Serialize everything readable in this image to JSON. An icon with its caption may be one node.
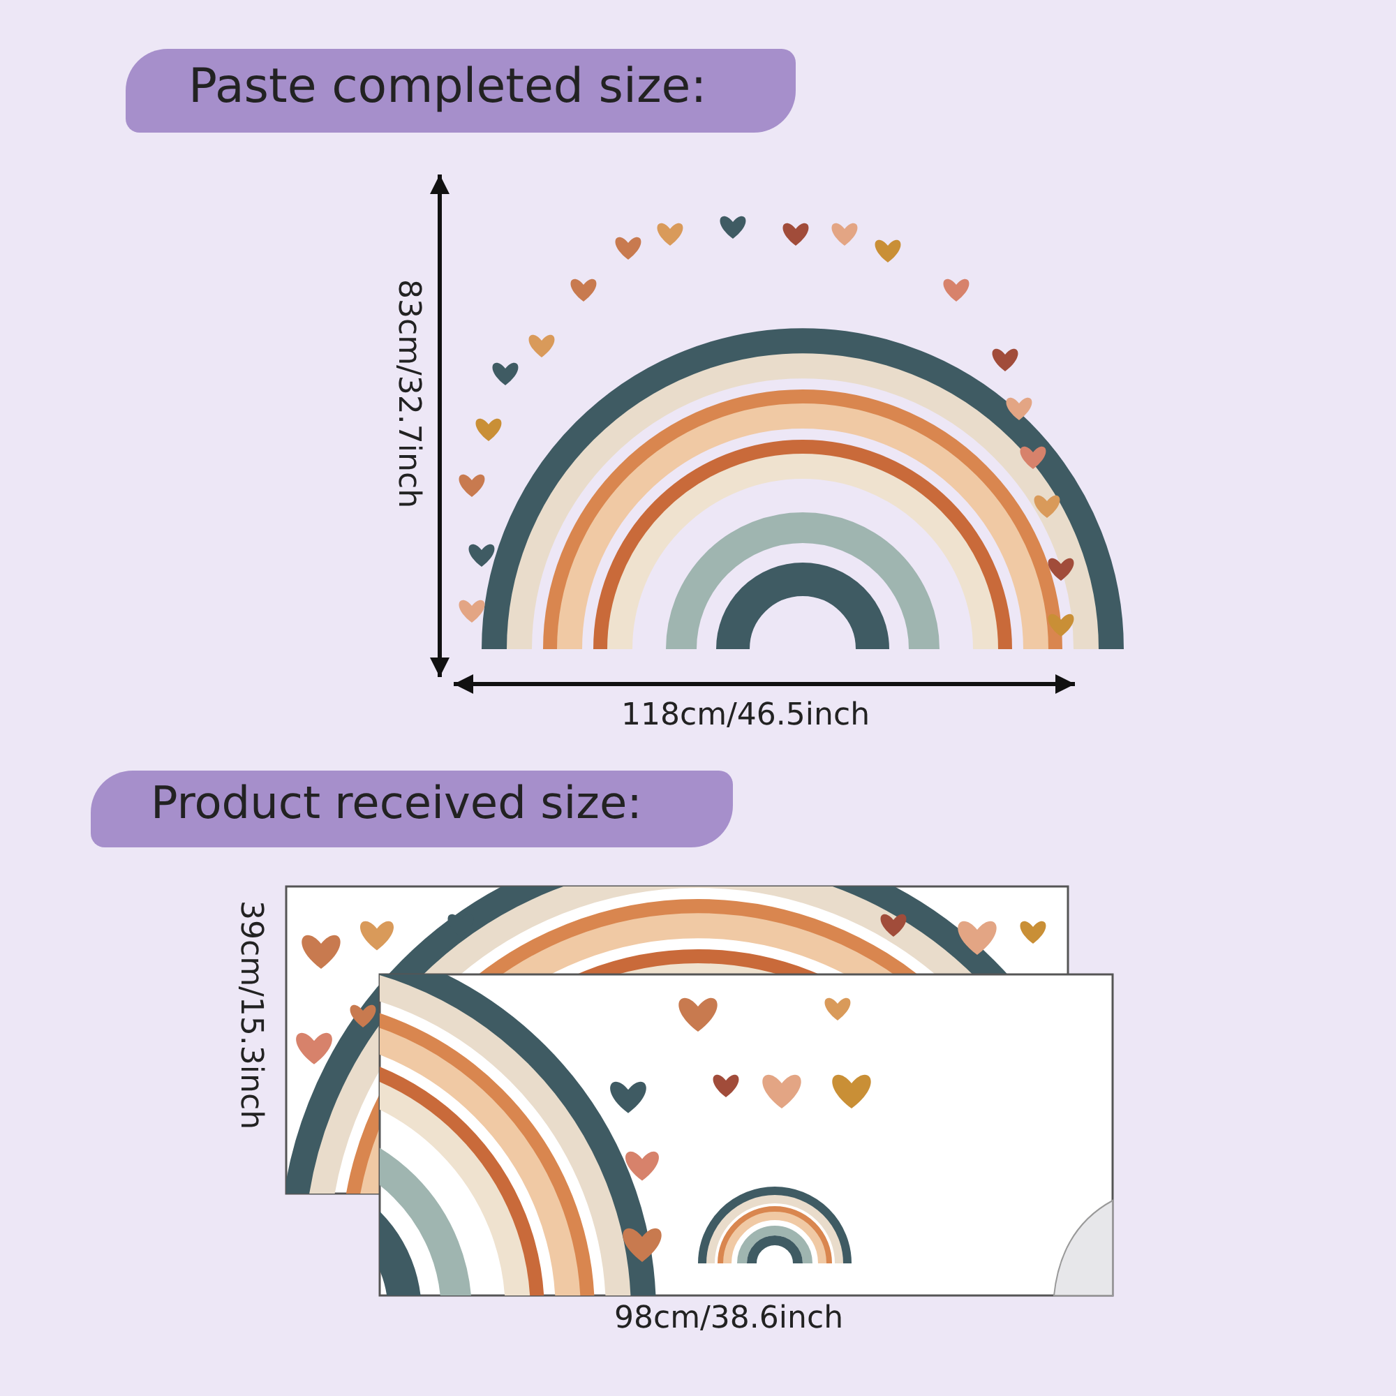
{
  "diagram": {
    "labels": [
      "Paste completed size:",
      "83cm/32.7inch",
      "118cm/46.5inch",
      "Product received size:",
      "39cm/15.3inch",
      "98cm/38.6inch"
    ]
  }
}
